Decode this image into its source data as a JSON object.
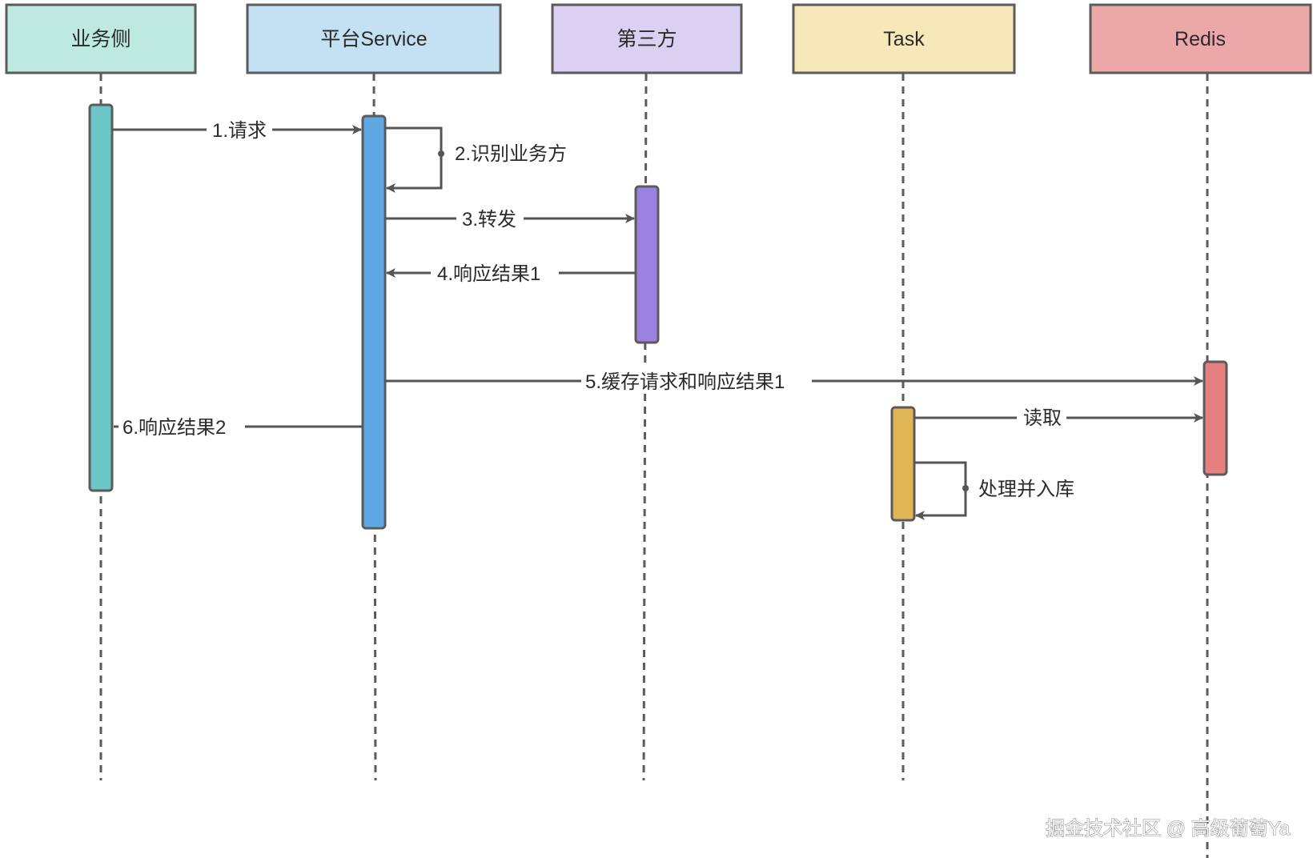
{
  "participants": [
    {
      "id": "biz",
      "label": "业务侧",
      "fill": "#bde9df",
      "bar": "#6cc5c6"
    },
    {
      "id": "svc",
      "label": "平台Service",
      "fill": "#c3e1f3",
      "bar": "#5fa8e4"
    },
    {
      "id": "third",
      "label": "第三方",
      "fill": "#dad0f2",
      "bar": "#9b82e0"
    },
    {
      "id": "task",
      "label": "Task",
      "fill": "#f7e8ba",
      "bar": "#e0b657"
    },
    {
      "id": "redis",
      "label": "Redis",
      "fill": "#eca8a9",
      "bar": "#e57f80"
    }
  ],
  "messages": [
    {
      "id": "m1",
      "label": "1.请求",
      "from": "biz",
      "to": "svc",
      "type": "sync"
    },
    {
      "id": "m2",
      "label": "2.识别业务方",
      "from": "svc",
      "to": "svc",
      "type": "self"
    },
    {
      "id": "m3",
      "label": "3.转发",
      "from": "svc",
      "to": "third",
      "type": "sync"
    },
    {
      "id": "m4",
      "label": "4.响应结果1",
      "from": "third",
      "to": "svc",
      "type": "return"
    },
    {
      "id": "m5",
      "label": "5.缓存请求和响应结果1",
      "from": "svc",
      "to": "redis",
      "type": "sync"
    },
    {
      "id": "m6",
      "label": "6.响应结果2",
      "from": "svc",
      "to": "biz",
      "type": "return-open"
    },
    {
      "id": "m7",
      "label": "读取",
      "from": "task",
      "to": "redis",
      "type": "sync"
    },
    {
      "id": "m8",
      "label": "处理并入库",
      "from": "task",
      "to": "task",
      "type": "self"
    }
  ],
  "colors": {
    "line": "#555555",
    "border": "#5b5b5b",
    "text": "#2a2a2a"
  },
  "watermark": "掘金技术社区 @ 高级葡萄Ya"
}
